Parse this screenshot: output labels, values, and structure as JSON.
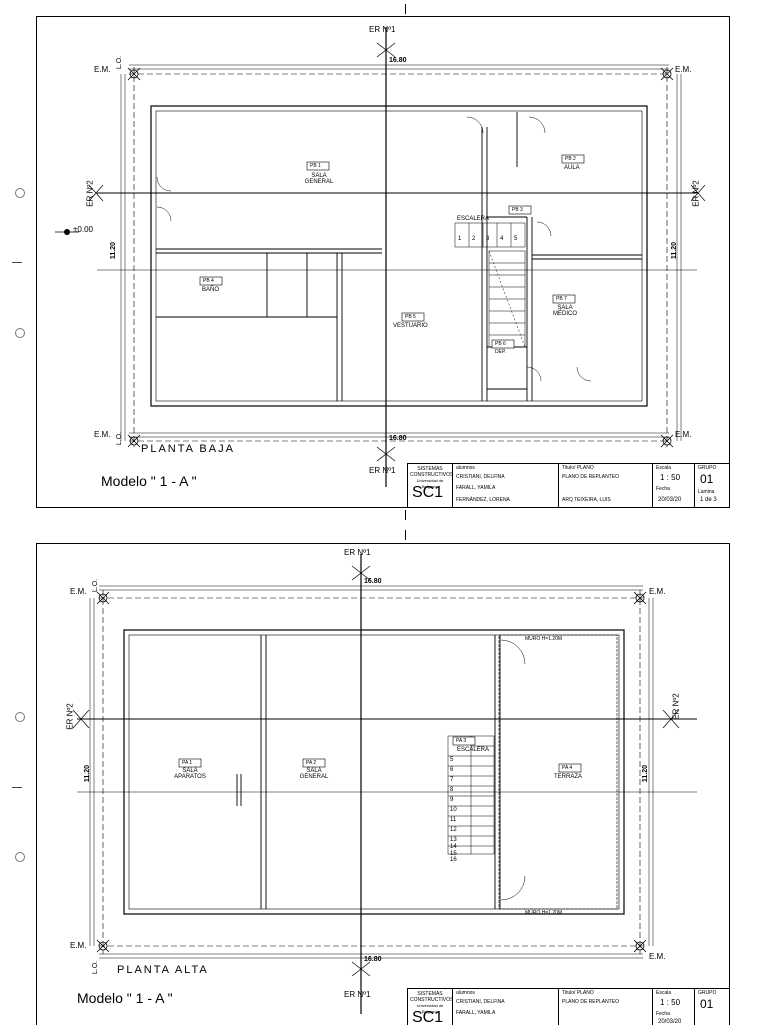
{
  "sheets": [
    {
      "model_label": "Modelo \" 1 - A \"",
      "floor_title": "PLANTA BAJA",
      "axes": {
        "top": "ER Nº1",
        "bottom": "ER Nº1",
        "left": "ER Nº2",
        "right": "ER Nº2",
        "em": "E.M.",
        "lo": "L.O.",
        "width": "16.80",
        "depth": "11.20",
        "level": "±0.00"
      },
      "rooms": [
        {
          "code": "PB 1",
          "name": "SALA GENERAL"
        },
        {
          "code": "PB 2",
          "name": "AULA"
        },
        {
          "code": "PB 3",
          "name": "ESCALERA"
        },
        {
          "code": "PB 4",
          "name": "BAÑO"
        },
        {
          "code": "PB 5",
          "name": "VESTUARIO"
        },
        {
          "code": "PB 7",
          "name": "SALA MÉDICO"
        },
        {
          "code": "PB 6",
          "name": "DEP."
        }
      ],
      "stair_steps": [
        "1",
        "2",
        "3",
        "4",
        "5"
      ],
      "title_block": {
        "school": "SISTEMAS CONSTRUCTIVOS",
        "univ": "Universidad de Belgrano",
        "code": "SC1",
        "students_label": "alumnos",
        "students": [
          "CRISTIANI, DELFINA",
          "FARALL, YAMILA",
          "FERNÁNDEZ, LORENA"
        ],
        "plan_label": "Titulo/ PLANO",
        "plan": "PLANO DE REPLANTEO",
        "teacher_label": "ARQ",
        "teacher": "TEIXEIRA, LUIS",
        "scale_label": "Escala",
        "scale": "1 : 50",
        "group_label": "GRUPO",
        "group": "01",
        "date_label": "Fecha",
        "date": "20/03/20",
        "sheet_label": "Lamina",
        "sheet": "1 de 3"
      }
    },
    {
      "model_label": "Modelo \" 1 - A \"",
      "floor_title": "PLANTA ALTA",
      "axes": {
        "top": "ER Nº1",
        "bottom": "ER Nº1",
        "left": "ER Nº2",
        "right": "ER Nº2",
        "em": "E.M.",
        "lo": "L.O.",
        "width": "16.80",
        "depth": "11.20"
      },
      "rooms": [
        {
          "code": "PA 1",
          "name": "SALA APARATOS"
        },
        {
          "code": "PA 2",
          "name": "SALA GENERAL"
        },
        {
          "code": "PA 3",
          "name": "ESCALERA"
        },
        {
          "code": "PA 4",
          "name": "TERRAZA"
        }
      ],
      "wall_notes": [
        "MURO H=1.20M",
        "MURO H=1.20M"
      ],
      "stair_steps": [
        "5",
        "6",
        "7",
        "8",
        "9",
        "10",
        "11",
        "12",
        "13",
        "14",
        "15",
        "16"
      ],
      "title_block": {
        "school": "SISTEMAS CONSTRUCTIVOS",
        "univ": "Universidad de Belgrano",
        "code": "SC1",
        "students_label": "alumnos",
        "students": [
          "CRISTIANI, DELFINA",
          "FARALL, YAMILA"
        ],
        "plan_label": "Titulo/ PLANO",
        "plan": "PLANO DE REPLANTEO",
        "scale_label": "Escala",
        "scale": "1 : 50",
        "group_label": "GRUPO",
        "group": "01",
        "date_label": "Fecha",
        "date": "20/03/20"
      }
    }
  ]
}
